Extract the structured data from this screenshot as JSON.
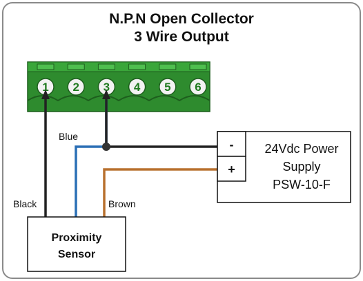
{
  "title": {
    "line1": "N.P.N Open Collector",
    "line2": "3 Wire Output"
  },
  "terminal_block": {
    "pins": [
      "1",
      "2",
      "3",
      "4",
      "5",
      "6"
    ],
    "color": "#2e8b2e"
  },
  "wires": {
    "black": {
      "label": "Black",
      "color": "#222222"
    },
    "blue": {
      "label": "Blue",
      "color": "#2a6fb5"
    },
    "brown": {
      "label": "Brown",
      "color": "#b8702e"
    }
  },
  "power_supply": {
    "minus": "-",
    "plus": "+",
    "line1": "24Vdc Power",
    "line2": "Supply",
    "line3": "PSW-10-F"
  },
  "sensor": {
    "line1": "Proximity",
    "line2": "Sensor"
  }
}
